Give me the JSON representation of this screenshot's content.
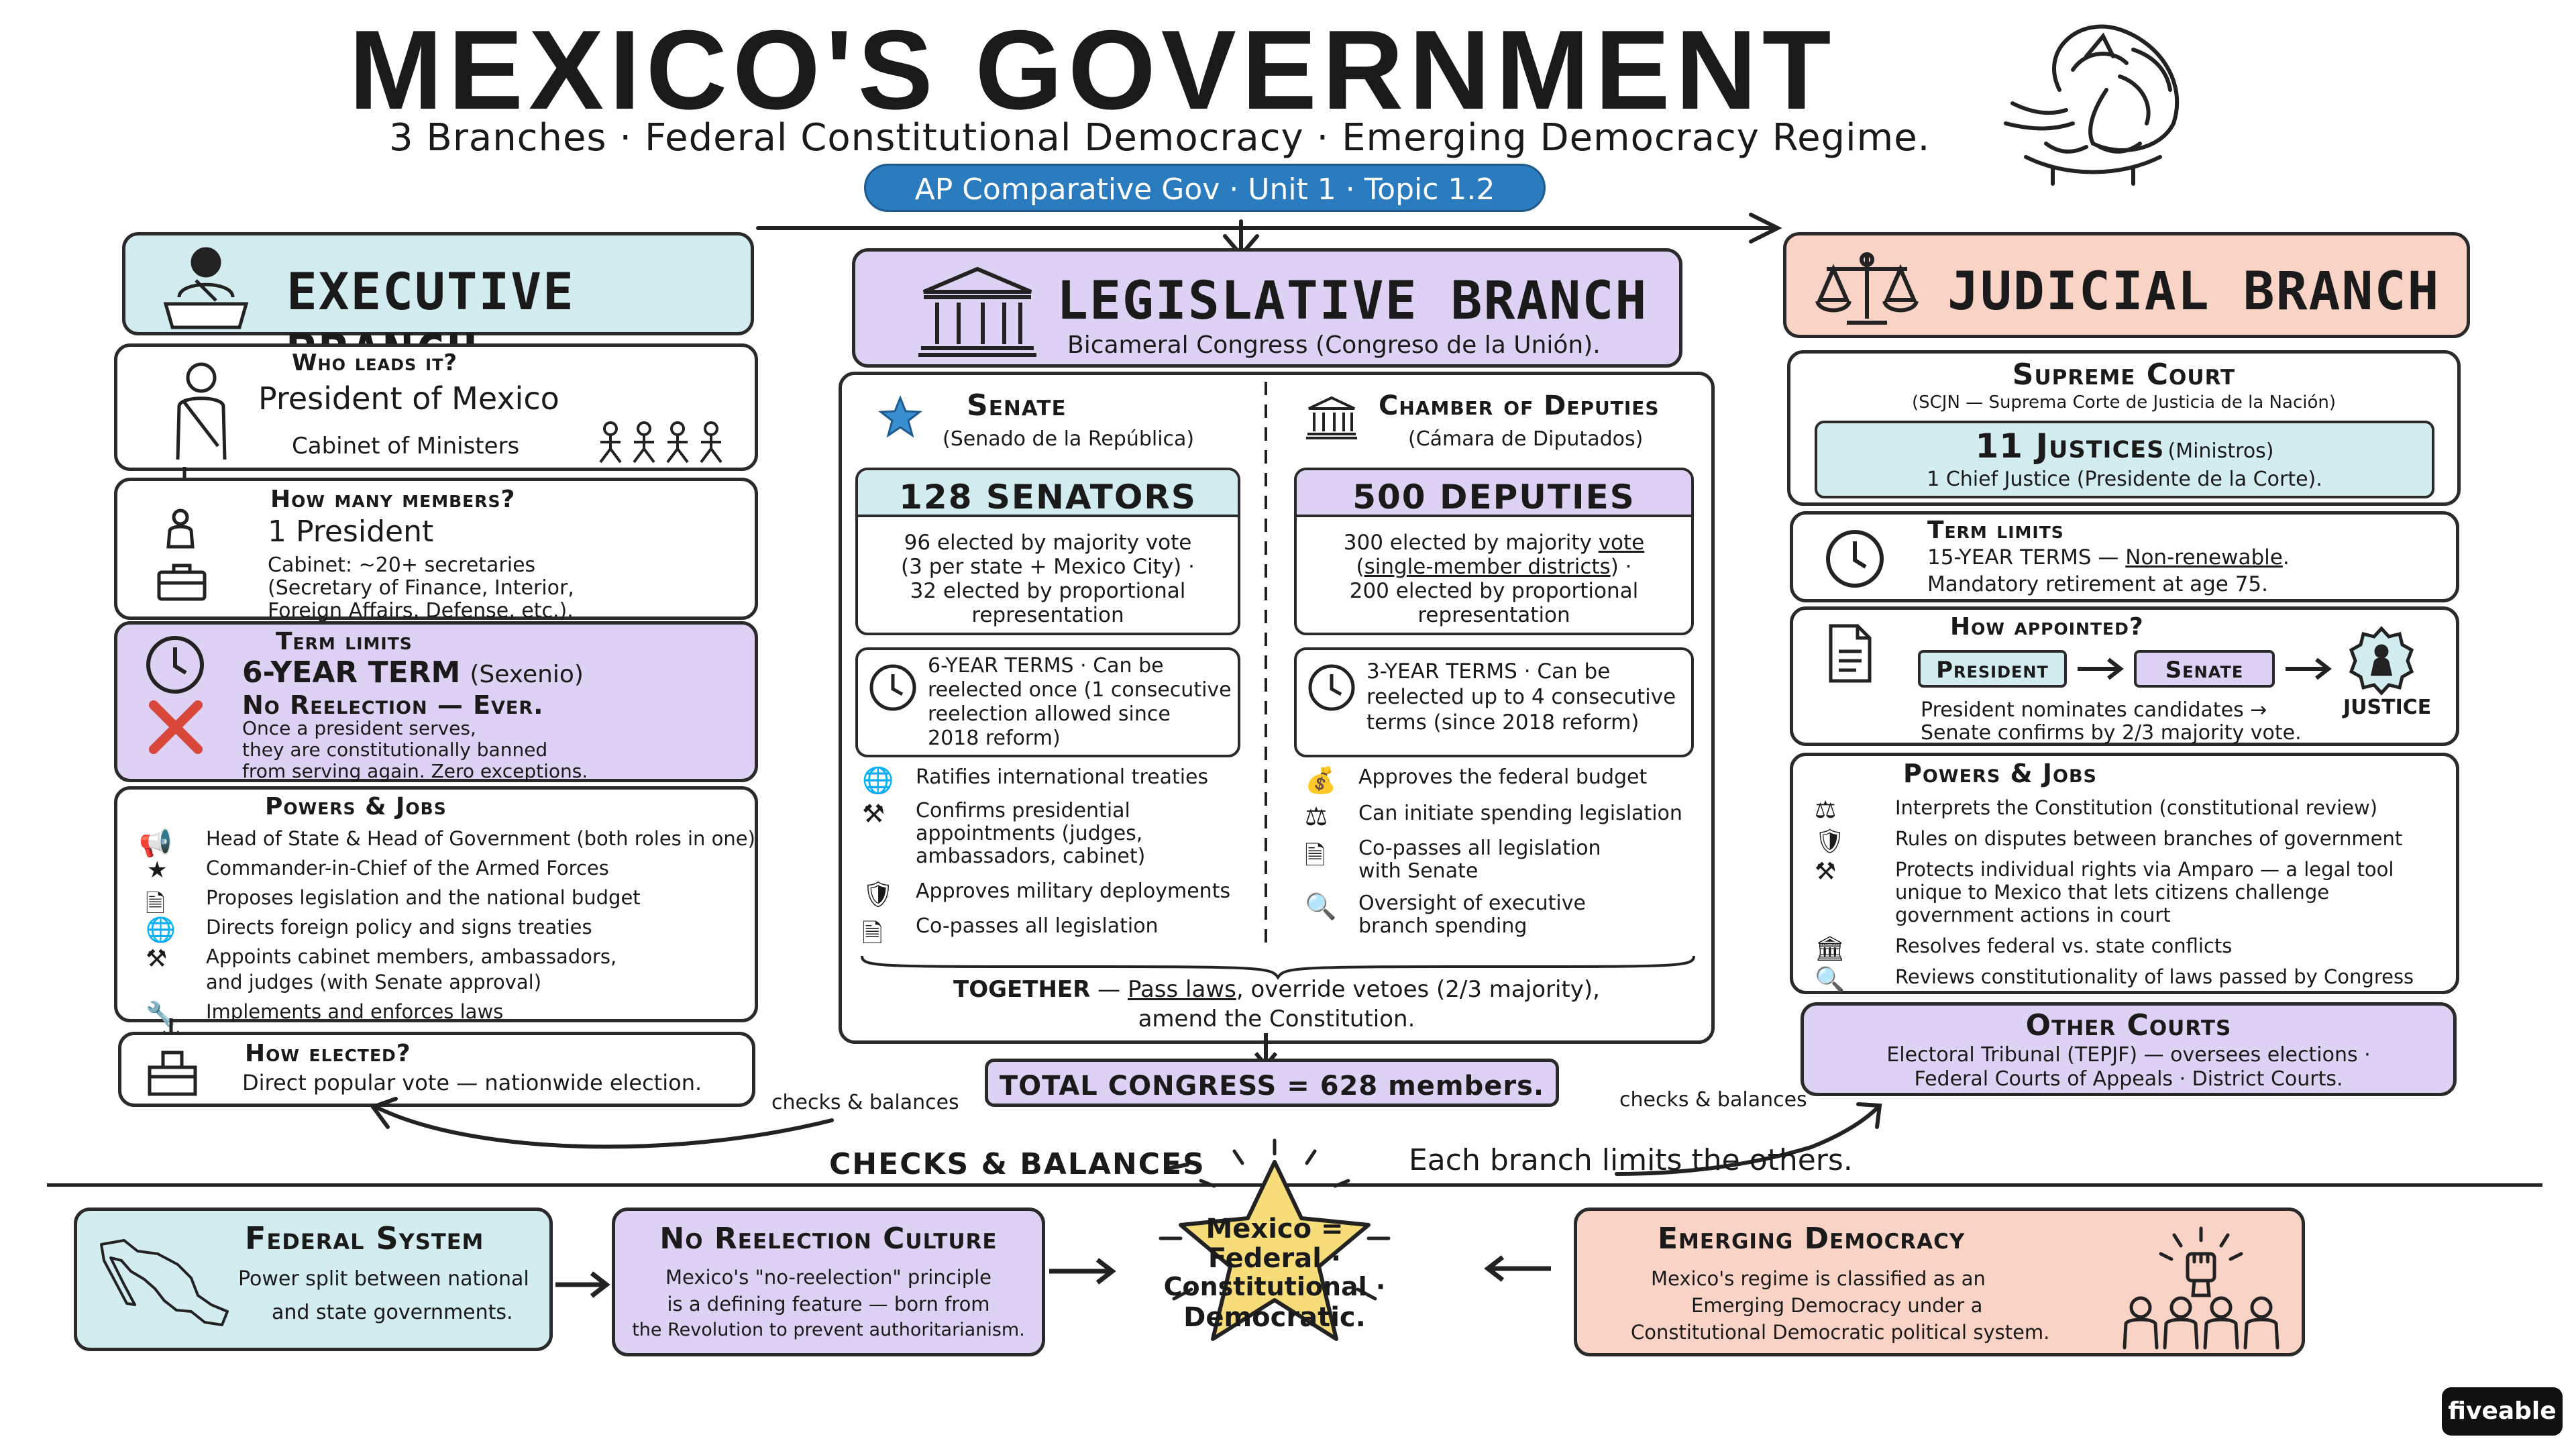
{
  "header": {
    "title": "MEXICO'S GOVERNMENT",
    "subtitle": "3 Branches · Federal Constitutional Democracy · Emerging Democracy Regime.",
    "pill": "AP Comparative Gov · Unit 1 · Topic 1.2"
  },
  "colors": {
    "executive": "#d3ecef",
    "legislative": "#ddd2f3",
    "judicial": "#f9d3c5",
    "pill": "#2b7cbf",
    "star": "#f7dc7a",
    "xmark": "#d9463a"
  },
  "executive": {
    "title": "EXECUTIVE BRANCH",
    "who": {
      "label": "Who leads it?",
      "leader": "President of Mexico",
      "cabinet": "Cabinet of Ministers"
    },
    "members": {
      "label": "How many members?",
      "count": "1 President",
      "l1": "Cabinet: ~20+ secretaries",
      "l2": "(Secretary of Finance, Interior,",
      "l3": "Foreign Affairs, Defense, etc.)."
    },
    "term": {
      "label": "Term limits",
      "term": "6-YEAR TERM",
      "paren": "(Sexenio)",
      "noreelect": "No Reelection — Ever.",
      "l1": "Once a president serves,",
      "l2": "they are constitutionally banned",
      "l3": "from serving again. Zero exceptions."
    },
    "powers": {
      "label": "Powers & Jobs",
      "items": [
        "Head of State & Head of Government (both roles in one)",
        "Commander-in-Chief of the Armed Forces",
        "Proposes legislation and the national budget",
        "Directs foreign policy and signs treaties",
        "Appoints cabinet members, ambassadors,",
        "and judges (with Senate approval)",
        "Implements and enforces laws"
      ]
    },
    "elected": {
      "label": "How elected?",
      "text": "Direct popular vote — nationwide election."
    }
  },
  "legislative": {
    "title": "LEGISLATIVE BRANCH",
    "subtitle": "Bicameral Congress (Congreso de la Unión).",
    "senate": {
      "label": "Senate",
      "sub": "(Senado de la República)",
      "count": "128 SENATORS",
      "d1": "96 elected by majority vote",
      "d2": "(3 per state + Mexico City) ·",
      "d3": "32 elected by proportional",
      "d4": "representation",
      "t1": "6-YEAR TERMS · Can be",
      "t2": "reelected once (1 consecutive",
      "t3": "reelection allowed since",
      "t4": "2018 reform)",
      "powers": [
        "Ratifies international treaties",
        "Confirms presidential",
        "appointments (judges,",
        "ambassadors, cabinet)",
        "Approves military deployments",
        "Co-passes all legislation"
      ]
    },
    "chamber": {
      "label": "Chamber of Deputies",
      "sub": "(Cámara de Diputados)",
      "count": "500 DEPUTIES",
      "d1a": "300 elected by majority ",
      "d1b": "vote",
      "d2a": "(",
      "d2b": "single-member districts",
      "d2c": ") ·",
      "d3": "200 elected by proportional",
      "d4": "representation",
      "t1": "3-YEAR TERMS · Can be",
      "t2": "reelected up to 4 consecutive",
      "t3": "terms (since 2018 reform)",
      "powers": [
        "Approves the federal budget",
        "Can initiate spending legislation",
        "Co-passes all legislation",
        "with Senate",
        "Oversight of executive",
        "branch spending"
      ]
    },
    "together": {
      "label": "TOGETHER",
      "a": " — ",
      "b": "Pass laws",
      "c": ", override vetoes (2/3 majority),",
      "d": "amend the Constitution."
    },
    "total": "TOTAL CONGRESS = 628 members."
  },
  "judicial": {
    "title": "JUDICIAL BRANCH",
    "supreme": {
      "label": "Supreme Court",
      "sub": "(SCJN — Suprema Corte de Justicia de la Nación)",
      "justices": "11 Justices",
      "ministros": "(Ministros)",
      "chief": "1 Chief Justice (Presidente de la Corte)."
    },
    "term": {
      "label": "Term limits",
      "a": "15-YEAR TERMS — ",
      "b": "Non-renewable",
      "c": ".",
      "l2": "Mandatory retirement at age 75."
    },
    "appointed": {
      "label": "How appointed?",
      "president": "President",
      "senate": "Senate",
      "justice": "JUSTICE",
      "l1": "President nominates candidates →",
      "l2": "Senate confirms by 2/3 majority vote."
    },
    "powers": {
      "label": "Powers & Jobs",
      "items": [
        "Interprets the Constitution (constitutional review)",
        "Rules on disputes between branches of government",
        "Protects individual rights via Amparo — a legal tool",
        "unique to Mexico that lets citizens challenge",
        "government actions in court",
        "Resolves federal vs. state conflicts",
        "Reviews constitutionality of laws passed by Congress"
      ]
    },
    "other": {
      "label": "Other Courts",
      "l1": "Electoral Tribunal (TEPJF) — oversees elections ·",
      "l2": "Federal Courts of Appeals · District Courts."
    }
  },
  "checks": {
    "left": "checks & balances",
    "right": "checks & balances",
    "center": "CHECKS & BALANCES",
    "sentence": "Each branch limits the others."
  },
  "bottom": {
    "federal": {
      "title": "Federal System",
      "l1": "Power split between national",
      "l2": "and state governments."
    },
    "noreelection": {
      "title": "No Reelection Culture",
      "l1": "Mexico's \"no-reelection\" principle",
      "l2": "is a defining feature — born from",
      "l3": "the Revolution to prevent authoritarianism."
    },
    "star": {
      "l1": "Mexico =",
      "l2": "Federal ·",
      "l3": "Constitutional ·",
      "l4": "Democratic."
    },
    "emerging": {
      "title": "Emerging Democracy",
      "l1": "Mexico's regime is classified as an",
      "l2": "Emerging Democracy under a",
      "l3": "Constitutional Democratic political system."
    }
  },
  "brand": "fiveable"
}
